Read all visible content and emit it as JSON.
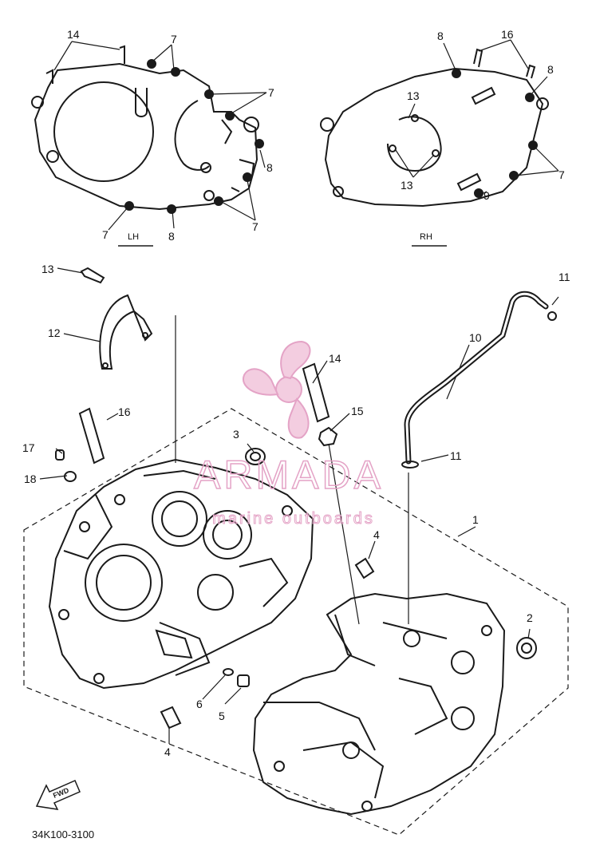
{
  "drawing": {
    "part_code": "34K100-3100",
    "side_labels": {
      "left": "LH",
      "right": "RH"
    },
    "fwd_label": "FWD",
    "colors": {
      "line": "#1a1a1a",
      "watermark": "#e4a3c6"
    }
  },
  "callouts": {
    "c14a": "14",
    "c7a": "7",
    "c7b": "7",
    "c8a": "8",
    "c7c": "7",
    "c8b": "8",
    "c7d": "7",
    "c13a": "13",
    "c13b": "13",
    "c8c": "8",
    "c16a": "16",
    "c8d": "8",
    "c7e": "7",
    "c9": "9",
    "c13c": "13",
    "c12": "12",
    "c14b": "14",
    "c15": "15",
    "c10": "10",
    "c11a": "11",
    "c16b": "16",
    "c17": "17",
    "c18": "18",
    "c3": "3",
    "c11b": "11",
    "c1": "1",
    "c4a": "4",
    "c2": "2",
    "c6": "6",
    "c5": "5",
    "c4b": "4"
  },
  "watermark": {
    "brand": "ARMADA",
    "sub": "marine outboards"
  }
}
